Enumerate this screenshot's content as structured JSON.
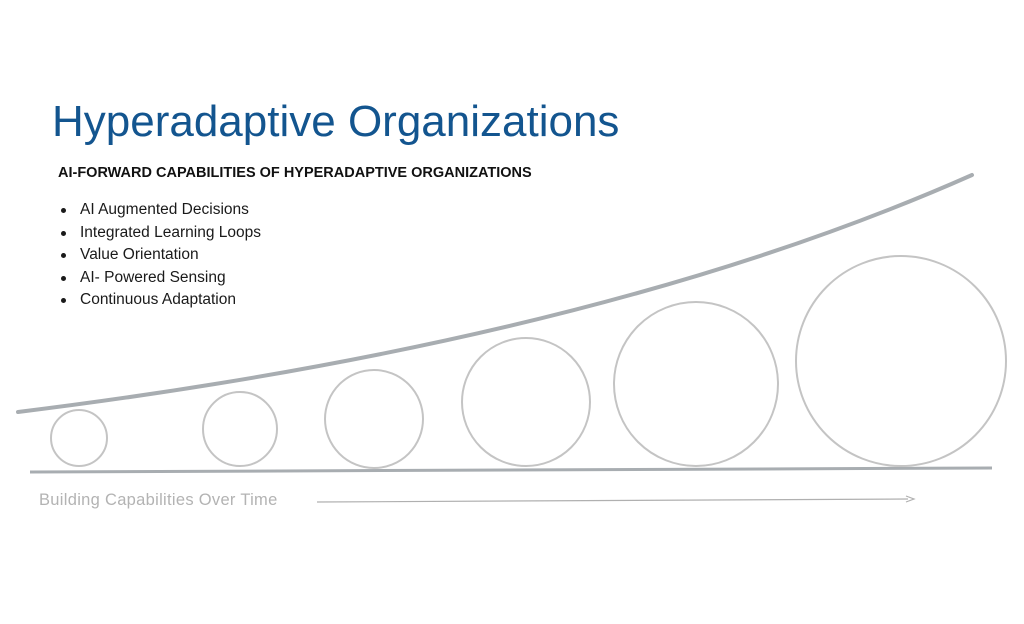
{
  "title": "Hyperadaptive Organizations",
  "subtitle": "AI-FORWARD CAPABILITIES OF HYPERADAPTIVE ORGANIZATIONS",
  "capabilities": [
    "AI Augmented Decisions",
    "Integrated Learning Loops",
    "Value Orientation",
    "AI- Powered Sensing",
    "Continuous Adaptation"
  ],
  "axis_caption": "Building Capabilities Over Time",
  "colors": {
    "title": "#13558f",
    "curve": "#a8adb1",
    "circle_stroke": "#c4c4c4",
    "baseline": "#a8adb1",
    "caption": "#b3b3b3"
  }
}
